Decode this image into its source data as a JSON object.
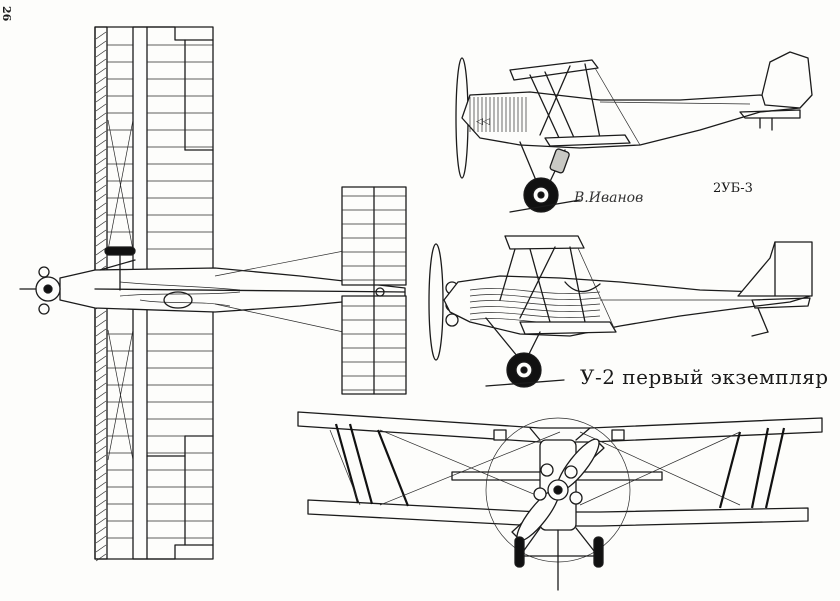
{
  "page": {
    "number": "26"
  },
  "captions": {
    "variant_2ub3": "2УБ-3",
    "variant_u2": "У-2 первый экземпляр"
  },
  "signature": {
    "text": "В.Иванов"
  },
  "palette": {
    "ink": "#1b1b1b",
    "paper": "#fdfdfb",
    "shade": "#c9c9c4"
  },
  "views": {
    "plan": "top-view",
    "side_upper": "side-view-2ub3",
    "side_lower": "side-view-u2",
    "front": "front-view"
  }
}
